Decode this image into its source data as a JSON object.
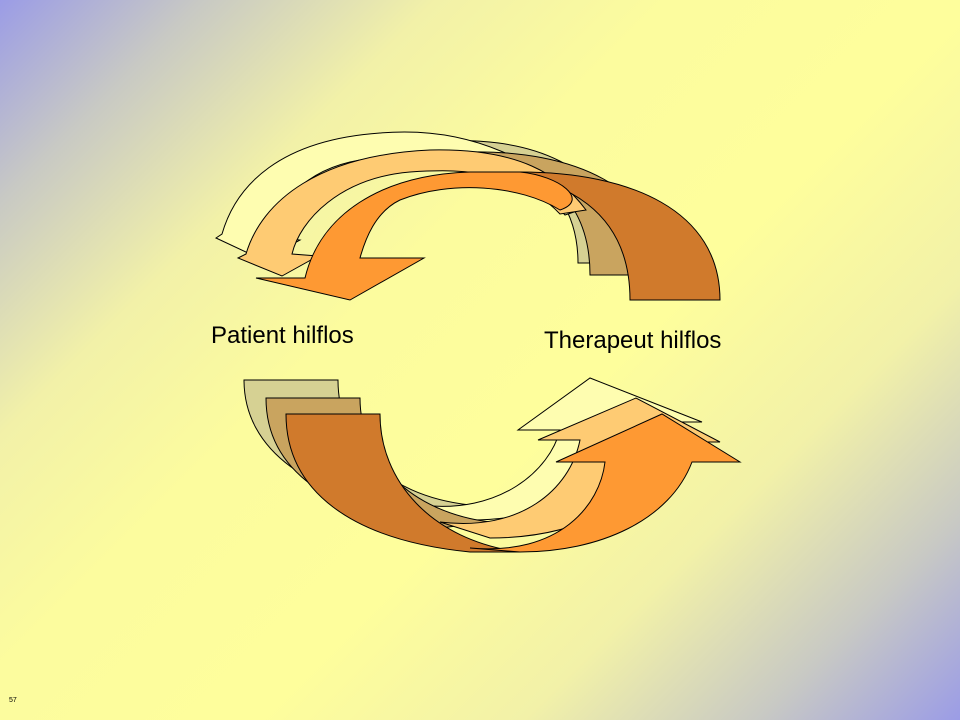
{
  "slide": {
    "number": "57"
  },
  "labels": {
    "patient": "Patient hilflos",
    "therapeut": "Therapeut hilflos"
  },
  "colors": {
    "arrow_pale": "#fefdb0",
    "arrow_light": "#fecb73",
    "arrow_bright": "#fe9933",
    "arrow_side_khaki": "#d6d193",
    "arrow_side_tan": "#c9a45f",
    "arrow_side_dark": "#d07a2c"
  }
}
